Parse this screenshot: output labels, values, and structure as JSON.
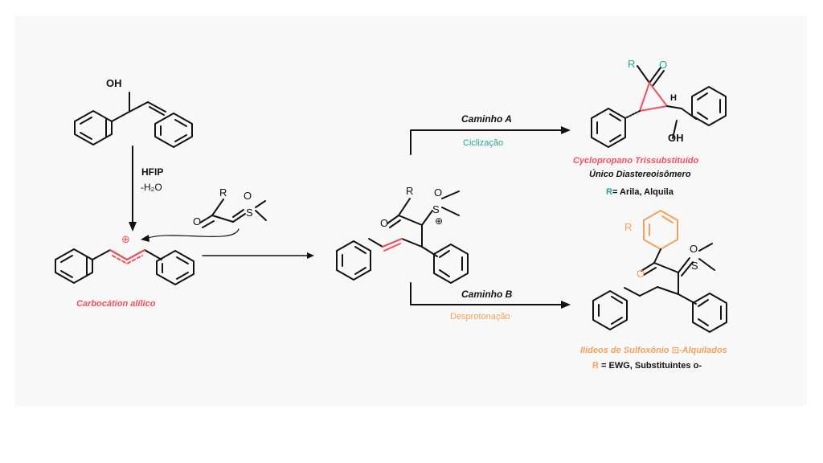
{
  "colors": {
    "red": "#f24e5b",
    "teal": "#2ba39a",
    "orange": "#f5a05a",
    "ink": "#111111",
    "background": "#f8f8f8"
  },
  "reagents": {
    "hfip": "HFIP",
    "water": "-H₂O"
  },
  "intermediate": {
    "carbocation_label": "Carbocátion alílico",
    "plus": "⊕"
  },
  "path_a": {
    "name": "Caminho A",
    "process": "Ciclização",
    "product_title": "Cyclopropano Trissubstituído",
    "product_subtitle": "Único Diastereoisômero",
    "r_prefix": "R",
    "r_text": "= Arila, Alquila"
  },
  "path_b": {
    "name": "Caminho B",
    "process": "Desprotonação",
    "product_title": "Ilídeos de Sulfoxônio ⊡-Alquilados",
    "r_prefix": "R",
    "r_text": " = EWG, Substituintes o-"
  },
  "atoms": {
    "oh": "OH",
    "o": "O",
    "s": "S",
    "r": "R",
    "h": "H"
  }
}
